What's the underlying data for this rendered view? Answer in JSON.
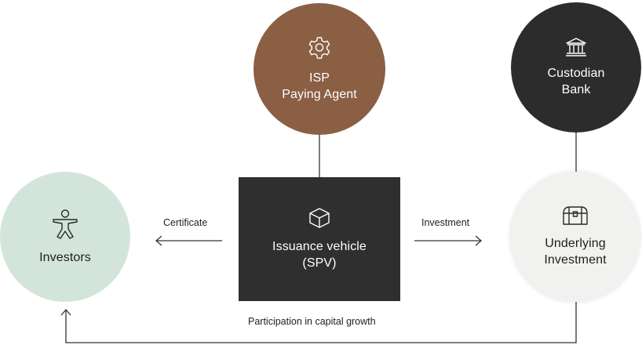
{
  "nodes": {
    "isp": {
      "line1": "ISP",
      "line2": "Paying Agent",
      "icon": "gear-icon",
      "color": "#8a5f44"
    },
    "custodian": {
      "line1": "Custodian",
      "line2": "Bank",
      "icon": "bank-icon",
      "color": "#2c2c2c"
    },
    "investors": {
      "line1": "Investors",
      "icon": "person-icon",
      "color": "#d3e5da"
    },
    "spv": {
      "line1": "Issuance vehicle",
      "line2": "(SPV)",
      "icon": "cube-icon",
      "color": "#2f2f2f"
    },
    "underlying": {
      "line1": "Underlying",
      "line2": "Investment",
      "icon": "treasure-chest-icon",
      "color": "#f1f1ef"
    }
  },
  "edges": {
    "certificate": "Certificate",
    "investment": "Investment",
    "participation": "Participation in capital growth"
  }
}
